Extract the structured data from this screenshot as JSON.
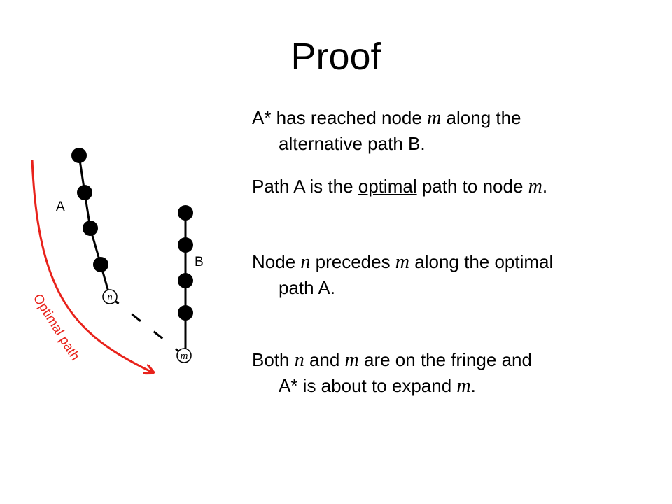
{
  "slide": {
    "title": "Proof"
  },
  "bullets": [
    {
      "parts": [
        {
          "t": "A* has reached node "
        },
        {
          "t": "m",
          "style": "var"
        },
        {
          "t": " along the",
          "br": true
        },
        {
          "t": "alternative path B."
        }
      ]
    },
    {
      "parts": [
        {
          "t": "Path A is the "
        },
        {
          "t": "optimal",
          "style": "ul"
        },
        {
          "t": " path to node "
        },
        {
          "t": "m",
          "style": "var"
        },
        {
          "t": "."
        }
      ]
    },
    {
      "parts": [
        {
          "t": "Node "
        },
        {
          "t": "n",
          "style": "var"
        },
        {
          "t": " precedes "
        },
        {
          "t": "m",
          "style": "var"
        },
        {
          "t": " along the optimal",
          "br": true
        },
        {
          "t": "path A."
        }
      ]
    },
    {
      "parts": [
        {
          "t": "Both "
        },
        {
          "t": "n",
          "style": "var"
        },
        {
          "t": " and "
        },
        {
          "t": "m",
          "style": "var"
        },
        {
          "t": " are on the fringe and",
          "br": true
        },
        {
          "t": "A* is about to expand "
        },
        {
          "t": "m",
          "style": "var"
        },
        {
          "t": "."
        }
      ]
    }
  ],
  "diagram": {
    "path_a_label": "A",
    "path_b_label": "B",
    "node_n_label": "n",
    "node_m_label": "m",
    "optimal_path_label": "Optimal path",
    "colors": {
      "optimal_arrow": "#e8221b",
      "nodes": "#000000"
    }
  }
}
